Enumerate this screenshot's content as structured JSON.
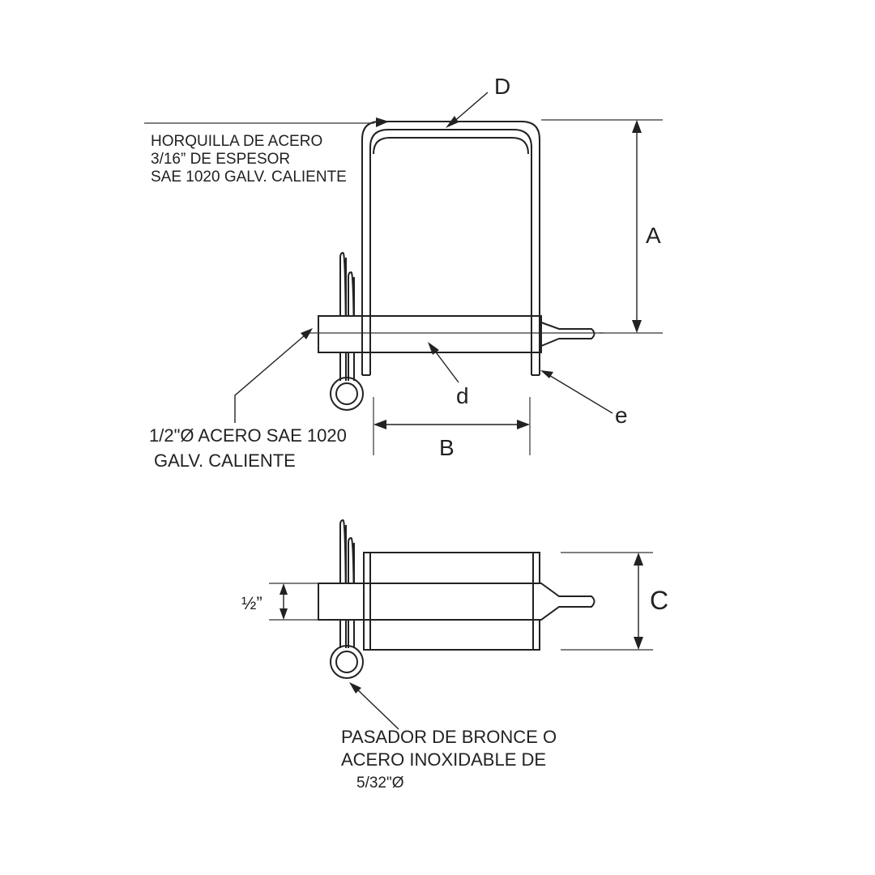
{
  "notes": {
    "fork_line1": "HORQUILLA DE ACERO",
    "fork_line2": "3/16” DE ESPESOR",
    "fork_line3": "SAE 1020 GALV. CALIENTE",
    "pin_line1": "1/2\"Ø ACERO SAE 1020",
    "pin_line2": "GALV. CALIENTE",
    "clip_line1": "PASADOR DE BRONCE O",
    "clip_line2": "ACERO INOXIDABLE DE",
    "clip_line3": "5/32\"Ø"
  },
  "dimensions": {
    "A": "A",
    "B": "B",
    "C": "C",
    "D": "D",
    "d": "d",
    "e": "e",
    "half_inch": "½”"
  }
}
